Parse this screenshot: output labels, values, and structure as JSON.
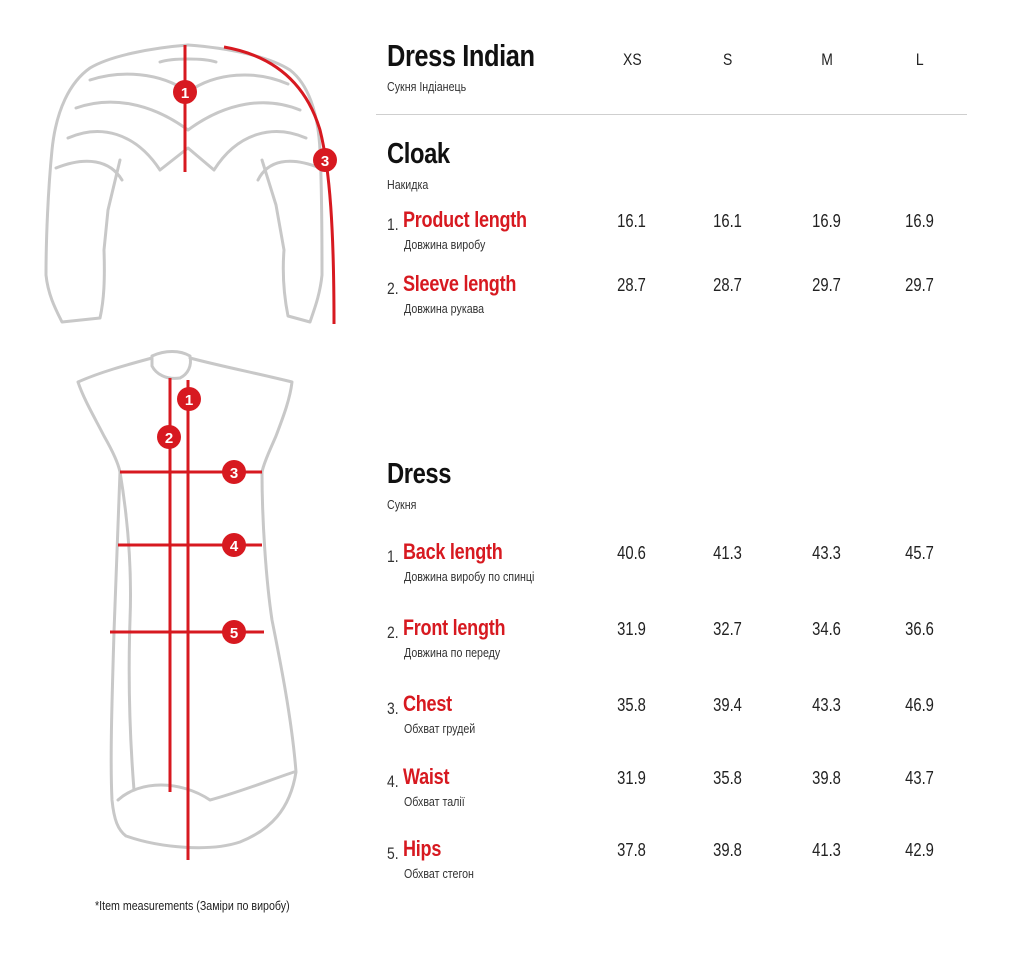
{
  "header": {
    "title": "Dress Indian",
    "subtitle": "Сукня Індіанець",
    "sizes": [
      "XS",
      "S",
      "M",
      "L"
    ]
  },
  "cloak": {
    "title": "Cloak",
    "subtitle": "Накидка",
    "rows": [
      {
        "num": "1.",
        "name": "Product length",
        "uk": "Довжина виробу",
        "values": [
          "16.1",
          "16.1",
          "16.9",
          "16.9"
        ]
      },
      {
        "num": "2.",
        "name": "Sleeve length",
        "uk": "Довжина рукава",
        "values": [
          "28.7",
          "28.7",
          "29.7",
          "29.7"
        ]
      }
    ]
  },
  "dress": {
    "title": "Dress",
    "subtitle": "Сукня",
    "rows": [
      {
        "num": "1.",
        "name": "Back length",
        "uk": "Довжина виробу по спинці",
        "values": [
          "40.6",
          "41.3",
          "43.3",
          "45.7"
        ]
      },
      {
        "num": "2.",
        "name": "Front length",
        "uk": "Довжина по переду",
        "values": [
          "31.9",
          "32.7",
          "34.6",
          "36.6"
        ]
      },
      {
        "num": "3.",
        "name": "Chest",
        "uk": "Обхват грудей",
        "values": [
          "35.8",
          "39.4",
          "43.3",
          "46.9"
        ]
      },
      {
        "num": "4.",
        "name": "Waist",
        "uk": "Обхват талії",
        "values": [
          "31.9",
          "35.8",
          "39.8",
          "43.7"
        ]
      },
      {
        "num": "5.",
        "name": "Hips",
        "uk": "Обхват стегон",
        "values": [
          "37.8",
          "39.8",
          "41.3",
          "42.9"
        ]
      }
    ]
  },
  "figure_markers": {
    "cloak": [
      "1",
      "3"
    ],
    "dress": [
      "1",
      "2",
      "3",
      "4",
      "5"
    ]
  },
  "footnote": "*Item measurements (Заміри по виробу)",
  "colors": {
    "accent": "#d71920",
    "outline": "#c8c8c8",
    "text": "#1a1a1a"
  }
}
